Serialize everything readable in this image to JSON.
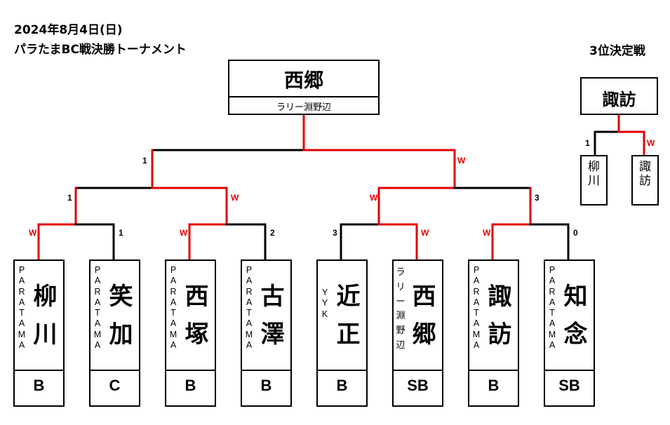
{
  "header": {
    "date": "2024年8月4日(日)",
    "title": "パラたまBC戦決勝トーナメント",
    "third_place_title": "3位決定戦"
  },
  "champion": {
    "name": "西郷",
    "team": "ラリー淵野辺"
  },
  "third_place": {
    "winner": "諏訪",
    "left": {
      "name": "柳川",
      "score": "1"
    },
    "right": {
      "name": "諏訪",
      "score": "W"
    }
  },
  "scores": {
    "final_left": "1",
    "final_right": "W",
    "sf1_left": "1",
    "sf1_right": "W",
    "sf2_left": "W",
    "sf2_right": "3",
    "qf1_left": "W",
    "qf1_right": "1",
    "qf2_left": "W",
    "qf2_right": "2",
    "qf3_left": "3",
    "qf3_right": "W",
    "qf4_left": "W",
    "qf4_right": "0"
  },
  "players": [
    {
      "team": "PARATAMA",
      "name": "柳川",
      "class": "B"
    },
    {
      "team": "PARATAMA",
      "name": "笑加",
      "class": "C"
    },
    {
      "team": "PARATAMA",
      "name": "西塚",
      "class": "B"
    },
    {
      "team": "PARATAMA",
      "name": "古澤",
      "class": "B"
    },
    {
      "team": "YYK",
      "name": "近正",
      "class": "B"
    },
    {
      "team": "ラリー淵野辺",
      "name": "西郷",
      "class": "SB"
    },
    {
      "team": "PARATAMA",
      "name": "諏訪",
      "class": "B"
    },
    {
      "team": "PARATAMA",
      "name": "知念",
      "class": "SB"
    }
  ],
  "colors": {
    "win_line": "#e00000",
    "line": "#000000"
  }
}
